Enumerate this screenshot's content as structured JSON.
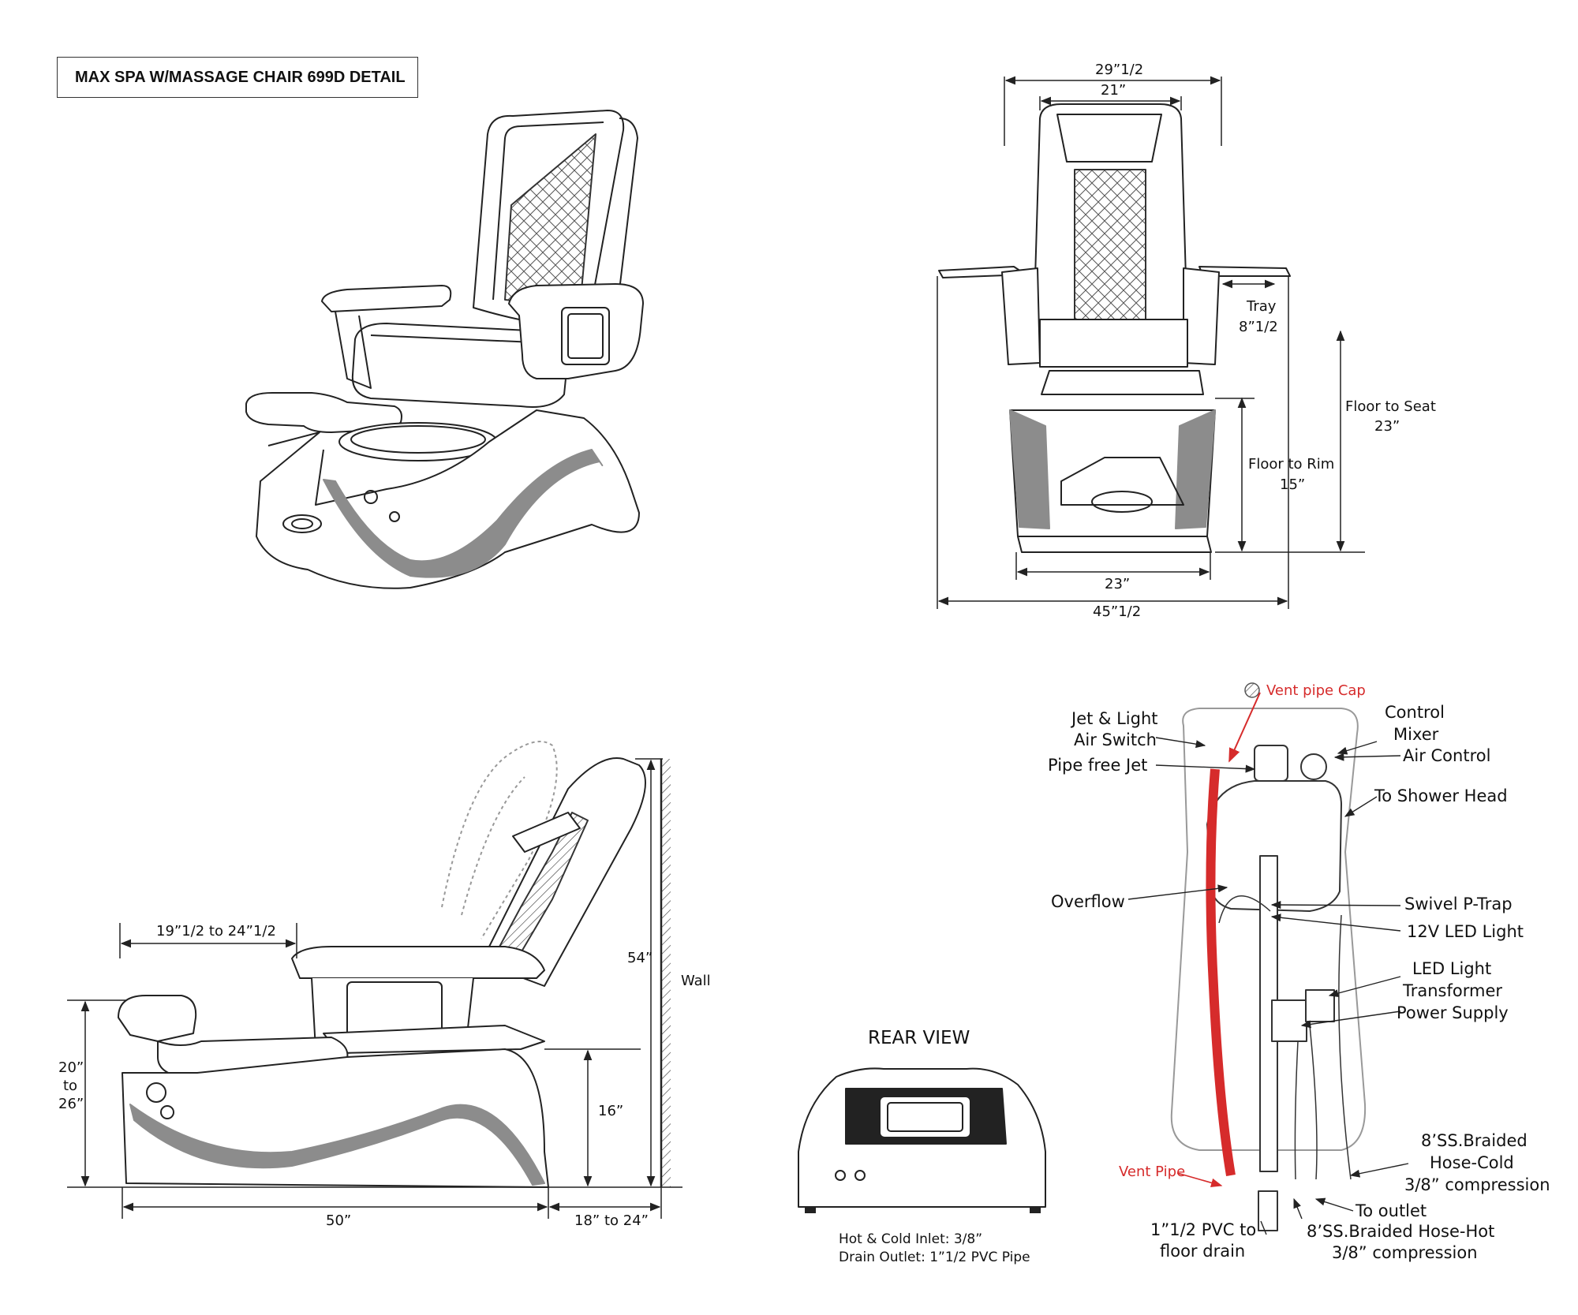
{
  "title": "MAX SPA  W/MASSAGE CHAIR 699D DETAIL",
  "front_view": {
    "dims": {
      "overall_top_width": "29”1/2",
      "back_width": "21”",
      "tray_label": "Tray",
      "tray_value": "8”1/2",
      "floor_to_seat_label": "Floor to Seat",
      "floor_to_seat_value": "23”",
      "floor_to_rim_label": "Floor to Rim",
      "floor_to_rim_value": "15”",
      "base_width": "23”",
      "overall_width": "45”1/2"
    }
  },
  "side_view": {
    "dims": {
      "footrest_range": "19”1/2 to 24”1/2",
      "footrest_height": [
        "20”",
        "to",
        "26”"
      ],
      "rim_height": "16”",
      "overall_height": "54”",
      "wall_label": "Wall",
      "length": "50”",
      "wall_clearance": "18” to 24”"
    }
  },
  "rear_view": {
    "title": "REAR VIEW",
    "notes": [
      "Hot & Cold Inlet: 3/8”",
      "Drain Outlet: 1”1/2 PVC Pipe"
    ]
  },
  "plumbing": {
    "vent_pipe_cap": "Vent pipe Cap",
    "jet_light_switch": [
      "Jet & Light",
      "Air Switch"
    ],
    "pipe_free_jet": "Pipe free Jet",
    "control_mixer": [
      "Control",
      "Mixer"
    ],
    "air_control": "Air Control",
    "to_shower_head": "To Shower Head",
    "overflow": "Overflow",
    "swivel_ptrap": "Swivel P-Trap",
    "led_light_12v": "12V LED Light",
    "led_transformer": [
      "LED Light",
      "Transformer"
    ],
    "power_supply": "Power Supply",
    "hose_cold": [
      "8’SS.Braided",
      "Hose-Cold",
      "3/8” compression"
    ],
    "vent_pipe": "Vent Pipe",
    "to_outlet": "To outlet",
    "pvc_drain": [
      "1”1/2 PVC to",
      "floor drain"
    ],
    "hose_hot": [
      "8’SS.Braided Hose-Hot",
      "3/8” compression"
    ]
  },
  "colors": {
    "line": "#222222",
    "accent_gray": "#8c8c8c",
    "vent_red": "#d62b2b"
  }
}
